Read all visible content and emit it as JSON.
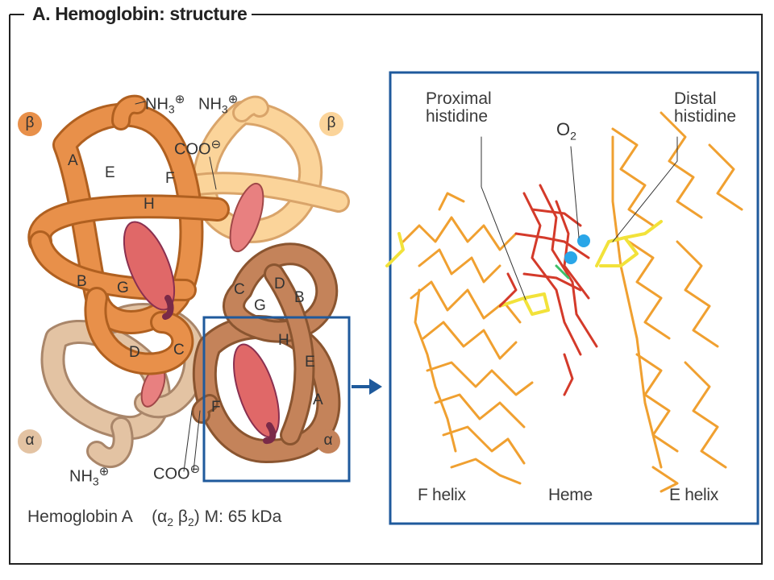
{
  "title": "A. Hemoglobin: structure",
  "subunits": {
    "beta_left": "β",
    "beta_right": "β",
    "alpha_left": "α",
    "alpha_right": "α"
  },
  "chain_letters": {
    "beta1": [
      "A",
      "E",
      "F",
      "H",
      "B",
      "G",
      "D",
      "C"
    ],
    "alpha1": [
      "C",
      "D",
      "B",
      "G",
      "H",
      "E",
      "F",
      "A"
    ]
  },
  "chemical_labels": {
    "nh3_top_left": {
      "base": "NH",
      "sub": "3",
      "sup": "⊕"
    },
    "nh3_top_right": {
      "base": "NH",
      "sub": "3",
      "sup": "⊕"
    },
    "coo_top": {
      "base": "COO",
      "sup": "⊖"
    },
    "nh3_bottom": {
      "base": "NH",
      "sub": "3",
      "sup": "⊕"
    },
    "coo_bottom": {
      "base": "COO",
      "sup": "⊖"
    }
  },
  "caption": {
    "prefix": "Hemoglobin A",
    "formula_open": "(α",
    "formula_sub1": "2",
    "formula_mid": " β",
    "formula_sub2": "2",
    "formula_close": ") M: 65 kDa"
  },
  "detail": {
    "proximal": "Proximal\nhistidine",
    "distal": "Distal\nhistidine",
    "o2_base": "O",
    "o2_sub": "2",
    "f_helix": "F helix",
    "heme": "Heme",
    "e_helix": "E helix"
  },
  "colors": {
    "border": "#222222",
    "highlight_box": "#1f5a9c",
    "beta_dark": "#e8904a",
    "beta_light": "#fbd49a",
    "alpha_dark": "#c4835a",
    "alpha_light": "#e3c3a3",
    "heme_disc": "#e06868",
    "helix_orange": "#f0a030",
    "histidine_yellow": "#f2e23a",
    "heme_red": "#d43a2a",
    "oxygen_blue": "#2aa6e8"
  }
}
